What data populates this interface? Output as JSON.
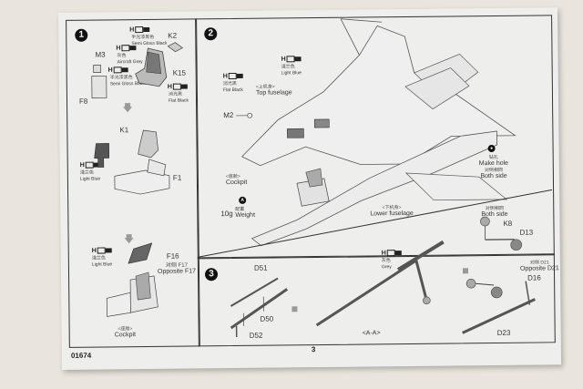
{
  "page": {
    "catalog_number": "01674",
    "page_number": "3"
  },
  "step1": {
    "number": "1",
    "colors": [
      {
        "code": "H",
        "cn": "半光漆黑色",
        "en": "Semi Gloss Black"
      },
      {
        "code": "H",
        "cn": "灰色",
        "en": "Aircraft Grey"
      },
      {
        "code": "H",
        "cn": "半光漆黑色",
        "en": "Semi Gloss Black"
      },
      {
        "code": "H",
        "cn": "消光黑",
        "en": "Flat Black"
      },
      {
        "code": "H",
        "cn": "淺兰色",
        "en": "Light Blue"
      },
      {
        "code": "H",
        "cn": "淺兰色",
        "en": "Light Blue"
      }
    ],
    "parts": [
      "K2",
      "M3",
      "K15",
      "F8",
      "K1",
      "F1",
      "F16"
    ],
    "opposite_cn": "对侧 F17",
    "opposite_en": "Opposite F17",
    "caption_cn": "<座舱>",
    "caption_en": "Cockpit"
  },
  "step2": {
    "number": "2",
    "colors": [
      {
        "code": "H",
        "cn": "淺兰色",
        "en": "Light Blue"
      },
      {
        "code": "H",
        "cn": "消光黑",
        "en": "Flat Black"
      }
    ],
    "top_fuselage_cn": "<上机身>",
    "top_fuselage_en": "Top  fuselage",
    "part_m2": "M2",
    "cockpit_cn": "<座舱>",
    "cockpit_en": "Cockpit",
    "weight_value": "10g",
    "weight_cn": "配重",
    "weight_en": "Weight",
    "make_hole_cn": "钻孔",
    "make_hole_en": "Make hole",
    "both_side_cn": "对侧相同",
    "both_side_en": "Both side",
    "lower_fuselage_cn": "<下机身>",
    "lower_fuselage_en": "Lower fuselage"
  },
  "step3": {
    "number": "3",
    "parts": [
      "D51",
      "D50",
      "D52",
      "K8",
      "D13",
      "D16",
      "D23"
    ],
    "color": {
      "code": "H",
      "cn": "灰色",
      "en": "Grey"
    },
    "both_side_cn": "对侧相同",
    "both_side_en": "Both side",
    "opposite_cn": "对侧 D21",
    "opposite_en": "Opposite D21",
    "section_label": "<A-A>"
  }
}
